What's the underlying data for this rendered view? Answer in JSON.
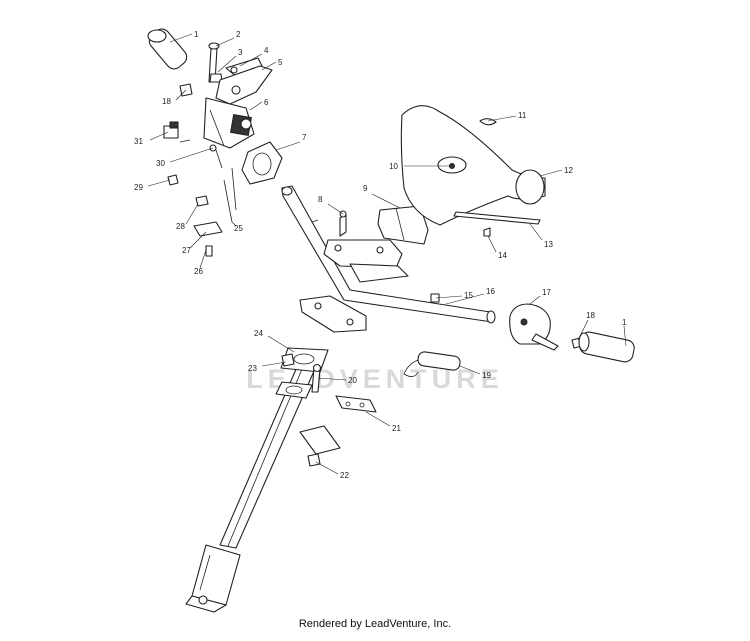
{
  "watermark": {
    "text": "LEADVENTURE"
  },
  "footer": {
    "text": "Rendered by LeadVenture, Inc."
  },
  "callouts": {
    "c1a": "1",
    "c2": "2",
    "c3": "3",
    "c4": "4",
    "c5": "5",
    "c6": "6",
    "c7": "7",
    "c8": "8",
    "c9": "9",
    "c10": "10",
    "c11": "11",
    "c12": "12",
    "c13": "13",
    "c14": "14",
    "c15": "15",
    "c16": "16",
    "c17": "17",
    "c18b": "18",
    "c1b": "1",
    "c18a": "18",
    "c19": "19",
    "c20": "20",
    "c21": "21",
    "c22": "22",
    "c23": "23",
    "c24": "24",
    "c25": "25",
    "c26": "26",
    "c27": "27",
    "c28": "28",
    "c29": "29",
    "c30": "30",
    "c31": "31"
  }
}
